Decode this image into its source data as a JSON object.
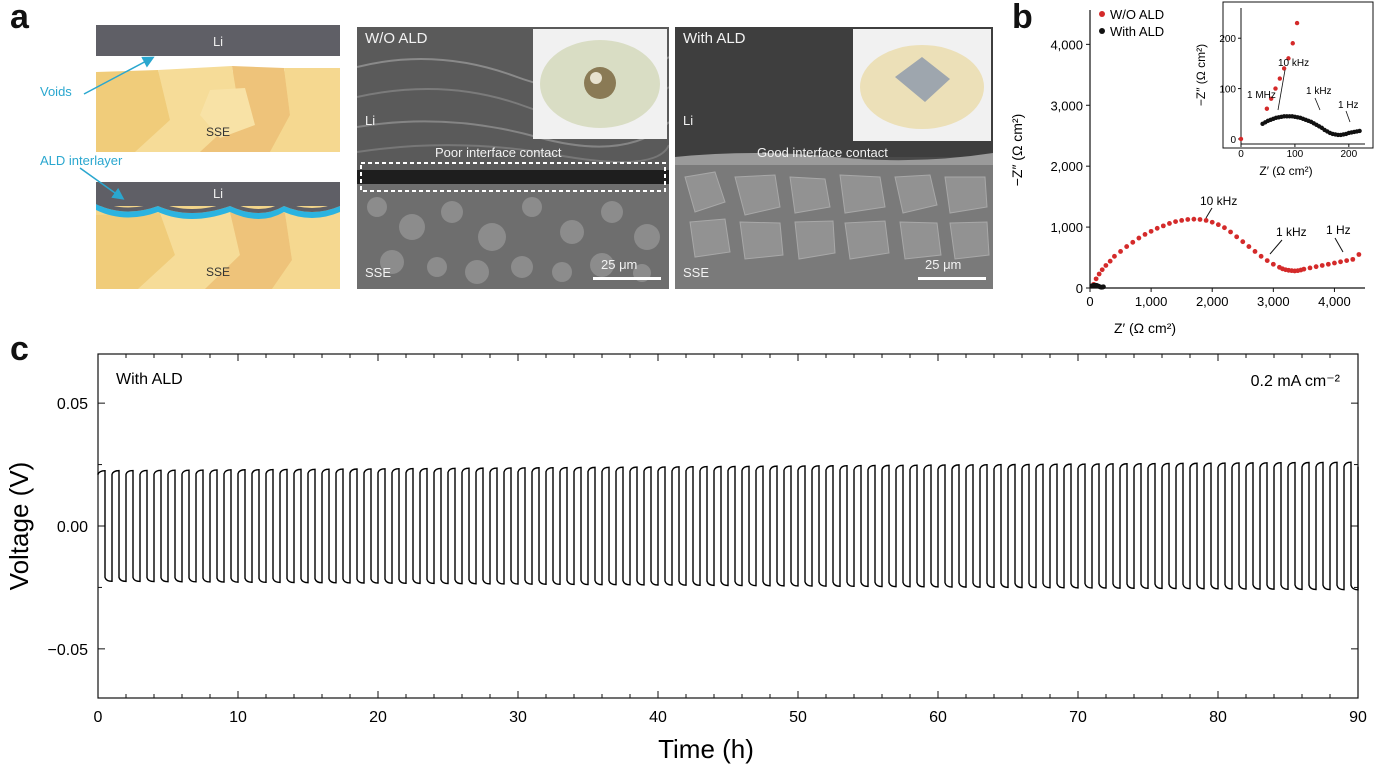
{
  "panel_labels": {
    "a": "a",
    "b": "b",
    "c": "c"
  },
  "schematic": {
    "top": {
      "li": "Li",
      "sse": "SSE",
      "callout": "Voids"
    },
    "bottom": {
      "li": "Li",
      "sse": "SSE",
      "callout": "ALD interlayer"
    },
    "colors": {
      "li": "#5f5f66",
      "grain": "#f3d58a",
      "ald": "#2bb3e0",
      "callout": "#2aa7cf"
    }
  },
  "sem_left": {
    "title": "W/O ALD",
    "li": "Li",
    "sse": "SSE",
    "interface": "Poor interface contact",
    "scale": "25 μm"
  },
  "sem_right": {
    "title": "With ALD",
    "li": "Li",
    "sse": "SSE",
    "interface": "Good interface contact",
    "scale": "25 μm"
  },
  "chart_data": [
    {
      "type": "scatter",
      "panel": "b",
      "xlabel": "Z′ (Ω cm²)",
      "ylabel": "−Z″ (Ω cm²)",
      "xlim": [
        0,
        4500
      ],
      "ylim": [
        0,
        4400
      ],
      "xticks": [
        "0",
        "1,000",
        "2,000",
        "3,000",
        "4,000"
      ],
      "yticks": [
        "0",
        "1,000",
        "2,000",
        "3,000",
        "4,000"
      ],
      "legend": [
        {
          "name": "W/O ALD",
          "color": "#d42a2a"
        },
        {
          "name": "With ALD",
          "color": "#111111"
        }
      ],
      "annotations": [
        "10 kHz",
        "1 kHz",
        "1 Hz"
      ],
      "series": [
        {
          "name": "W/O ALD",
          "color": "#d42a2a",
          "x": [
            60,
            100,
            150,
            200,
            260,
            330,
            400,
            500,
            600,
            700,
            800,
            900,
            1000,
            1100,
            1200,
            1300,
            1400,
            1500,
            1600,
            1700,
            1800,
            1900,
            2000,
            2100,
            2200,
            2300,
            2400,
            2500,
            2600,
            2700,
            2800,
            2900,
            3000,
            3100,
            3150,
            3200,
            3250,
            3300,
            3350,
            3400,
            3450,
            3500,
            3600,
            3700,
            3800,
            3900,
            4000,
            4100,
            4200,
            4300,
            4400
          ],
          "y": [
            60,
            150,
            230,
            300,
            370,
            440,
            520,
            600,
            680,
            750,
            820,
            880,
            930,
            980,
            1020,
            1060,
            1090,
            1110,
            1125,
            1130,
            1125,
            1110,
            1080,
            1040,
            990,
            920,
            840,
            760,
            680,
            600,
            520,
            450,
            390,
            340,
            315,
            300,
            290,
            285,
            280,
            285,
            295,
            310,
            330,
            350,
            370,
            390,
            410,
            430,
            450,
            470,
            550
          ]
        },
        {
          "name": "With ALD",
          "color": "#111111",
          "x": [
            30,
            50,
            70,
            90,
            110,
            130,
            150,
            170,
            190,
            210,
            220
          ],
          "y": [
            35,
            40,
            45,
            45,
            42,
            35,
            25,
            15,
            12,
            15,
            20
          ]
        }
      ]
    },
    {
      "type": "scatter",
      "panel": "b-inset",
      "xlabel": "Z′ (Ω cm²)",
      "ylabel": "−Z″ (Ω cm²)",
      "xlim": [
        0,
        230
      ],
      "ylim": [
        -10,
        260
      ],
      "xticks": [
        "0",
        "100",
        "200"
      ],
      "yticks": [
        "0",
        "100",
        "200"
      ],
      "annotations": [
        "10 kHz",
        "1 MHz",
        "1 kHz",
        "1 Hz"
      ],
      "series": [
        {
          "name": "W/O ALD",
          "color": "#d42a2a",
          "x": [
            0,
            48,
            56,
            64,
            72,
            80,
            88,
            96,
            104
          ],
          "y": [
            0,
            60,
            80,
            100,
            120,
            140,
            160,
            190,
            230
          ]
        },
        {
          "name": "With ALD",
          "color": "#111111",
          "x": [
            40,
            45,
            50,
            55,
            60,
            65,
            70,
            75,
            80,
            85,
            90,
            95,
            100,
            105,
            110,
            115,
            120,
            125,
            130,
            135,
            140,
            145,
            150,
            155,
            160,
            165,
            170,
            175,
            180,
            185,
            190,
            195,
            200,
            205,
            210,
            215,
            220
          ],
          "y": [
            30,
            33,
            36,
            38,
            40,
            42,
            43,
            44,
            45,
            45,
            45,
            45,
            44,
            43,
            42,
            40,
            38,
            36,
            34,
            31,
            28,
            25,
            22,
            18,
            15,
            12,
            10,
            9,
            8,
            8,
            9,
            10,
            12,
            13,
            14,
            15,
            16
          ]
        }
      ]
    },
    {
      "type": "line",
      "panel": "c",
      "xlabel": "Time (h)",
      "ylabel": "Voltage (V)",
      "xlim": [
        0,
        90
      ],
      "ylim": [
        -0.07,
        0.07
      ],
      "xticks": [
        "0",
        "10",
        "20",
        "30",
        "40",
        "50",
        "60",
        "70",
        "80",
        "90"
      ],
      "yticks": [
        "−0.05",
        "0.00",
        "0.05"
      ],
      "annotations": [
        "With ALD",
        "0.2 mA cm⁻²"
      ],
      "series": [
        {
          "name": "With ALD",
          "color": "#000000",
          "cycle_h": 1,
          "amp_start": 0.0225,
          "amp_end": 0.026
        }
      ]
    }
  ]
}
